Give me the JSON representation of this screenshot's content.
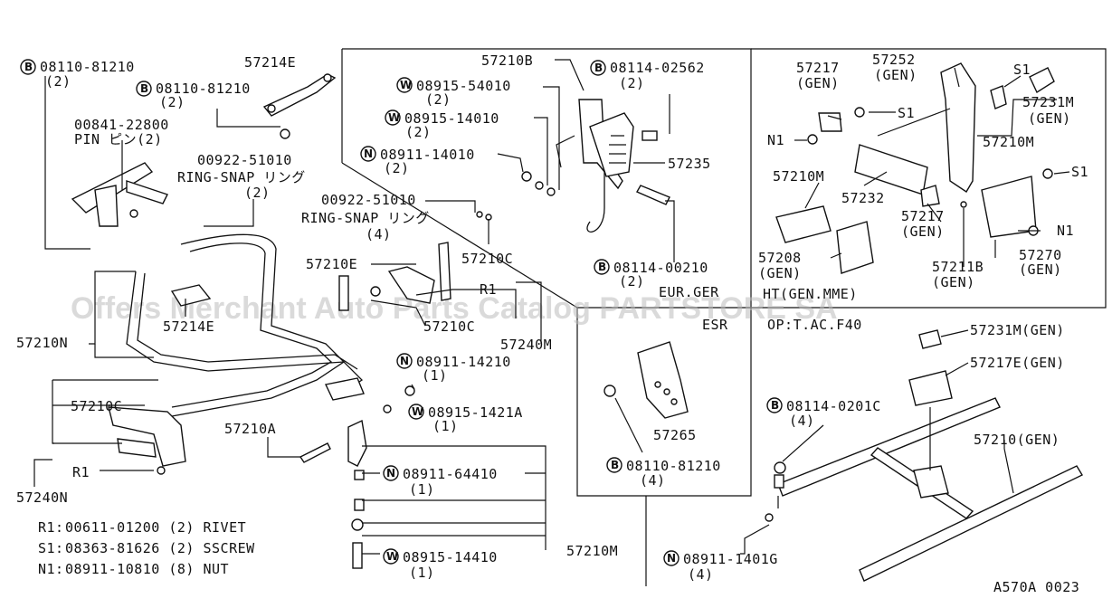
{
  "watermark": "Offers Merchant Auto Parts Catalog PARTSTORE SA",
  "diagram_code": "A570A 0023",
  "legend": [
    {
      "code": "R1:",
      "text": "00611-01200 (2) RIVET"
    },
    {
      "code": "S1:",
      "text": "08363-81626 (2) SSCREW"
    },
    {
      "code": "N1:",
      "text": "08911-10810 (8) NUT"
    }
  ],
  "region_labels": {
    "eur_ger": "EUR.GER",
    "esr": "ESR",
    "ht": "HT(GEN.MME)",
    "op": "OP:T.AC.F40"
  },
  "parts": {
    "p1": {
      "symbol": "B",
      "code": "08110-81210",
      "qty": "(2)"
    },
    "p2": {
      "code": "57214E"
    },
    "p3": {
      "symbol": "B",
      "code": "08110-81210",
      "qty": "(2)"
    },
    "p4": {
      "code": "00841-22800",
      "name": "PIN ピン(2)"
    },
    "p5": {
      "code": "00922-51010",
      "name": "RING-SNAP リング",
      "qty": "(2)"
    },
    "p6": {
      "code": "57214E"
    },
    "p7": {
      "code": "57210N"
    },
    "p8": {
      "code": "57210C"
    },
    "p9": {
      "code": "R1"
    },
    "p10": {
      "code": "57240N"
    },
    "p11": {
      "code": "57210B"
    },
    "p12": {
      "symbol": "B",
      "code": "08114-02562",
      "qty": "(2)"
    },
    "p13": {
      "symbol": "W",
      "code": "08915-54010",
      "qty": "(2)"
    },
    "p14": {
      "symbol": "W",
      "code": "08915-14010",
      "qty": "(2)"
    },
    "p15": {
      "symbol": "N",
      "code": "08911-14010",
      "qty": "(2)"
    },
    "p16": {
      "code": "57235"
    },
    "p17": {
      "code": "00922-51010",
      "name": "RING-SNAP リング",
      "qty": "(4)"
    },
    "p18": {
      "code": "57210C"
    },
    "p19": {
      "code": "57210E"
    },
    "p20": {
      "code": "R1"
    },
    "p21": {
      "code": "57210C"
    },
    "p22": {
      "code": "57240M"
    },
    "p23": {
      "symbol": "B",
      "code": "08114-00210",
      "qty": "(2)"
    },
    "p24": {
      "symbol": "N",
      "code": "08911-14210",
      "qty": "(1)"
    },
    "p25": {
      "symbol": "W",
      "code": "08915-1421A",
      "qty": "(1)"
    },
    "p26": {
      "code": "57210A"
    },
    "p27": {
      "symbol": "N",
      "code": "08911-64410",
      "qty": "(1)"
    },
    "p28": {
      "symbol": "W",
      "code": "08915-14410",
      "qty": "(1)"
    },
    "p29": {
      "code": "57210M"
    },
    "p30": {
      "code": "57265"
    },
    "p31": {
      "symbol": "B",
      "code": "08110-81210",
      "qty": "(4)"
    },
    "p32": {
      "code": "57217",
      "name": "(GEN)"
    },
    "p33": {
      "code": "57252",
      "name": "(GEN)"
    },
    "p34": {
      "code": "S1"
    },
    "p35": {
      "code": "57231M",
      "name": "(GEN)"
    },
    "p36": {
      "code": "S1"
    },
    "p37": {
      "code": "N1"
    },
    "p38": {
      "code": "57210M"
    },
    "p39": {
      "code": "57210M"
    },
    "p40": {
      "code": "57232"
    },
    "p41": {
      "code": "S1"
    },
    "p42": {
      "code": "57217",
      "name": "(GEN)"
    },
    "p43": {
      "code": "N1"
    },
    "p44": {
      "code": "57208",
      "name": "(GEN)"
    },
    "p45": {
      "code": "57211B",
      "name": "(GEN)"
    },
    "p46": {
      "code": "57270",
      "name": "(GEN)"
    },
    "p47": {
      "code": "57231M(GEN)"
    },
    "p48": {
      "code": "57217E(GEN)"
    },
    "p49": {
      "symbol": "B",
      "code": "08114-0201C",
      "qty": "(4)"
    },
    "p50": {
      "code": "57210(GEN)"
    },
    "p51": {
      "symbol": "N",
      "code": "08911-1401G",
      "qty": "(4)"
    }
  }
}
